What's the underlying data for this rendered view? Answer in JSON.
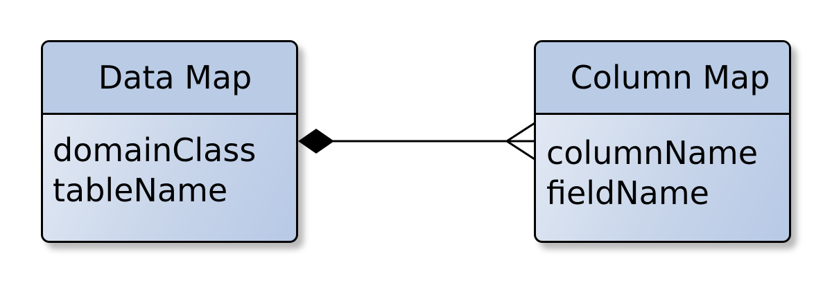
{
  "entities": [
    {
      "title": "Data Map",
      "attributes": [
        "domainClass",
        "tableName"
      ]
    },
    {
      "title": "Column Map",
      "attributes": [
        "columnName",
        "fieldName"
      ]
    }
  ],
  "relationship": {
    "from_end": "composition-diamond",
    "to_end": "crows-foot-many"
  },
  "colors": {
    "header_fill": "#b9cbe5",
    "body_gradient_start": "#e8edf6",
    "body_gradient_end": "#b7c9e6",
    "line": "#000000"
  }
}
